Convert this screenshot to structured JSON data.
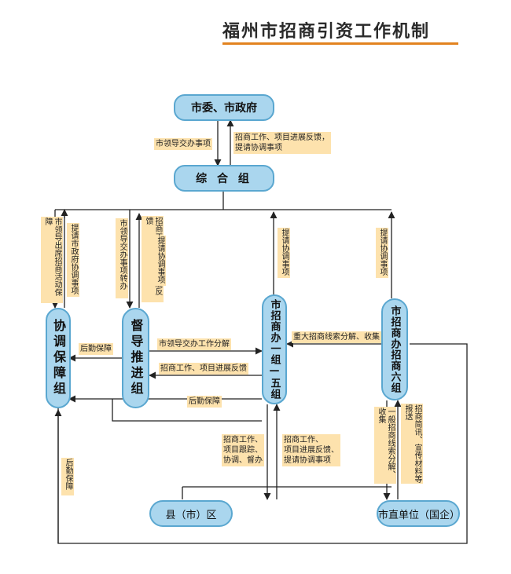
{
  "title": "福州市招商引资工作机制",
  "nodes": {
    "city_gov": "市委、市政府",
    "general_group": "综 合 组",
    "coord_group": "协调保障组",
    "supervise_group": "督导推进组",
    "office_1_5": "市招商办一组—五组",
    "office_6": "市招商办招商六组",
    "county": "县（市）区",
    "city_units": "市直单位（国企）"
  },
  "labels": {
    "leader_assign": "市领导交办事项",
    "report_up": "招商工作、项目进展反馈，\n提请协调事项",
    "coord_left_1": "市领导出席招商活动保障",
    "coord_left_2": "提请市政府协调事项",
    "sup_left_1": "市领导交办事项转办",
    "sup_left_2": "招商工作、项目进展反馈",
    "sup_left_3": "提请协调事项",
    "office15_up": "提请协调事项",
    "office6_up": "提请协调事项",
    "logistics_1": "后勤保障",
    "leader_work_split": "市领导交办工作分解",
    "progress_feedback": "招商工作、项目进展反馈",
    "logistics_2": "后勤保障",
    "major_leads": "重大招商线索分解、收集",
    "county_down": "招商工作、\n项目跟踪、\n协调、督办",
    "county_up": "招商工作、\n项目进展反馈、\n提请协调事项",
    "general_leads": "一般招商线索分解、收集",
    "promo": "招商简讯、宣传材料等报送",
    "logistics_3": "后勤保障"
  }
}
